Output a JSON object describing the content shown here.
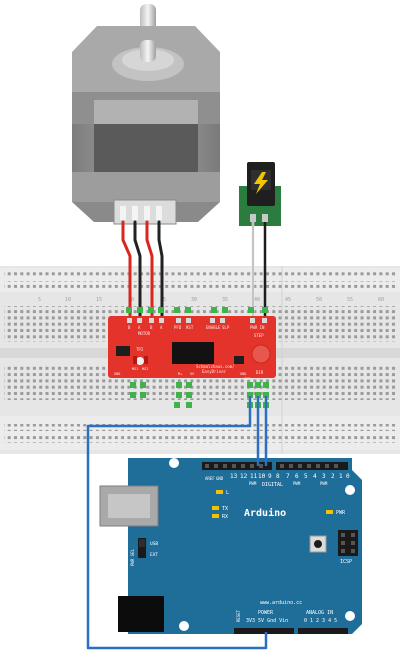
{
  "easydriver": {
    "header_labels": [
      "B",
      "A",
      "B",
      "A",
      "PFD",
      "RST",
      "ENABLE",
      "SLP"
    ],
    "motor_label": "MOTOR",
    "tp_label": "TP2",
    "ms_labels": [
      "MS1",
      "MS2"
    ],
    "pwr_in_label": "PWR IN",
    "step_label": "STEP",
    "dir_label": "DIR",
    "bottom_labels": [
      "GND",
      "M+",
      "5V",
      "GND",
      "GND"
    ],
    "credit_line1": "Schmalzhaus.com/",
    "credit_line2": "EasyDriver"
  },
  "arduino": {
    "digital_label": "DIGITAL",
    "aref_label": "AREF",
    "gnd_top_label": "GND",
    "pin_numbers_top": [
      "13",
      "12",
      "11",
      "10",
      "9",
      "8",
      "7",
      "6",
      "5",
      "4",
      "3",
      "2",
      "1",
      "0"
    ],
    "pwm_label": "PWM",
    "l_label": "L",
    "tx_label": "TX",
    "rx_label": "RX",
    "logo_text": "Arduino",
    "pwr_led_label": "PWR",
    "usb_label": "USB",
    "ext_label": "EXT",
    "pwr_sel_label": "PWR SEL",
    "icsp_label": "ICSP",
    "website": "www.arduino.cc",
    "reset_label": "RESET",
    "power_label": "POWER",
    "power_pins": "3V3 5V Gnd Vin",
    "analog_label": "ANALOG IN",
    "analog_pins": "0 1 2 3 4 5"
  },
  "colors": {
    "driver_red": "#e4332a",
    "arduino_blue": "#1f6e9a",
    "wire_blue": "#2a6fc2",
    "breadboard": "#e9e9e9",
    "motor_gray": "#8e8e8e",
    "jack_green": "#2a7d3f"
  }
}
